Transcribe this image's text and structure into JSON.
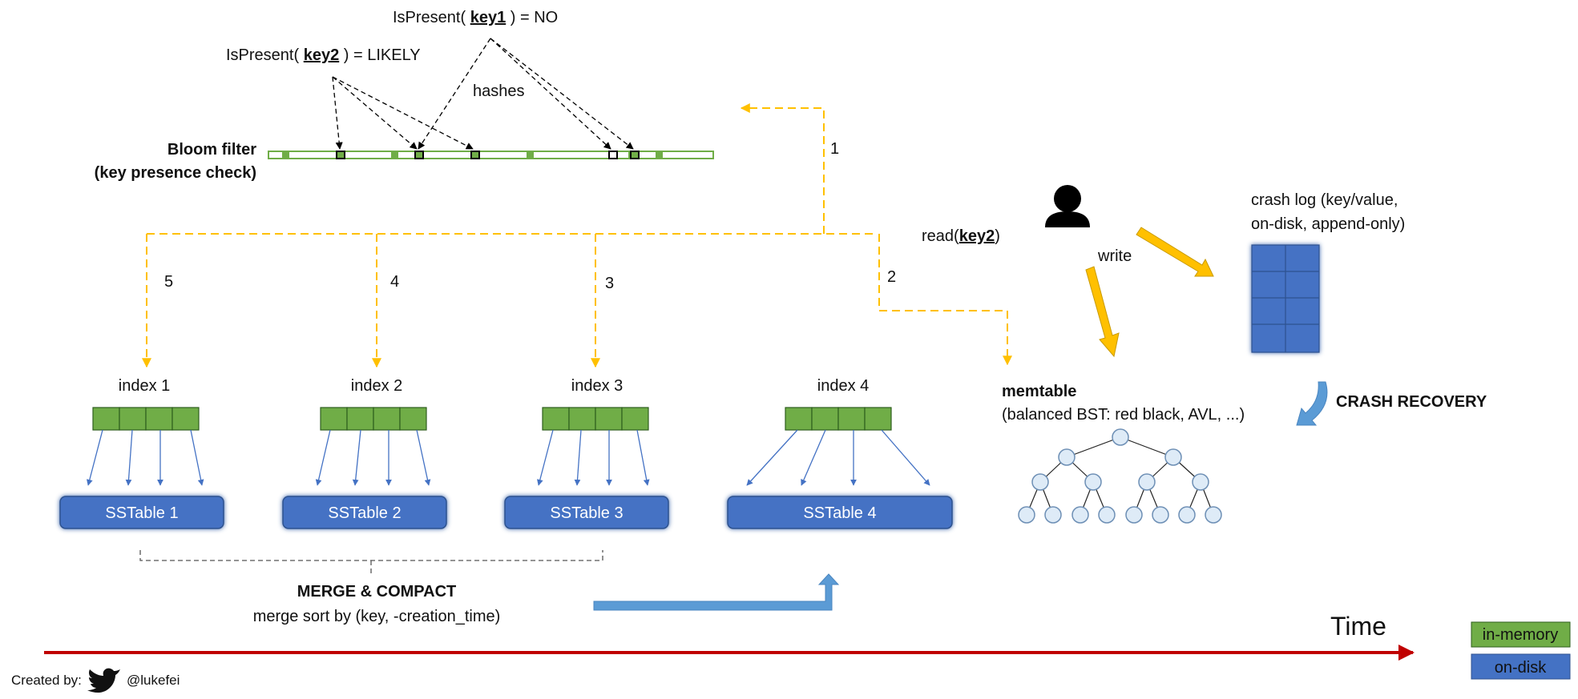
{
  "bloom": {
    "query_key1_prefix": "IsPresent(",
    "query_key1_key": "key1",
    "query_key1_suffix": ") = NO",
    "query_key2_prefix": "IsPresent(",
    "query_key2_key": "key2",
    "query_key2_suffix": ") = LIKELY",
    "hashes_label": "hashes",
    "title_line1": "Bloom filter",
    "title_line2": "(key presence check)"
  },
  "read": {
    "prefix": "read(",
    "key": "key2",
    "suffix": ")",
    "steps": [
      "1",
      "2",
      "3",
      "4",
      "5"
    ]
  },
  "indexes": [
    {
      "label": "index 1",
      "sstable": "SSTable 1"
    },
    {
      "label": "index 2",
      "sstable": "SSTable 2"
    },
    {
      "label": "index 3",
      "sstable": "SSTable 3"
    },
    {
      "label": "index 4",
      "sstable": "SSTable 4"
    }
  ],
  "merge": {
    "title": "MERGE & COMPACT",
    "subtitle": "merge sort by (key, -creation_time)"
  },
  "memtable": {
    "title": "memtable",
    "subtitle": "(balanced BST: red black, AVL, ...)"
  },
  "write": {
    "label": "write",
    "user_icon": "user-icon"
  },
  "crash_log": {
    "line1": "crash log (key/value,",
    "line2": "on-disk, append-only)",
    "recovery": "CRASH RECOVERY"
  },
  "timeline": {
    "label": "Time"
  },
  "legend": {
    "in_memory": "in-memory",
    "on_disk": "on-disk"
  },
  "credits": {
    "prefix": "Created by:",
    "icon": "twitter-bird-icon",
    "handle": "@lukefei"
  },
  "colors": {
    "in_memory_green": "#70AD47",
    "on_disk_blue": "#4472C4",
    "read_path_orange": "#FFC000",
    "timeline_red": "#C00000",
    "merge_arrow_blue": "#5B9BD5",
    "tree_node": "#DEEBF7",
    "twitter_black": "#111111"
  }
}
